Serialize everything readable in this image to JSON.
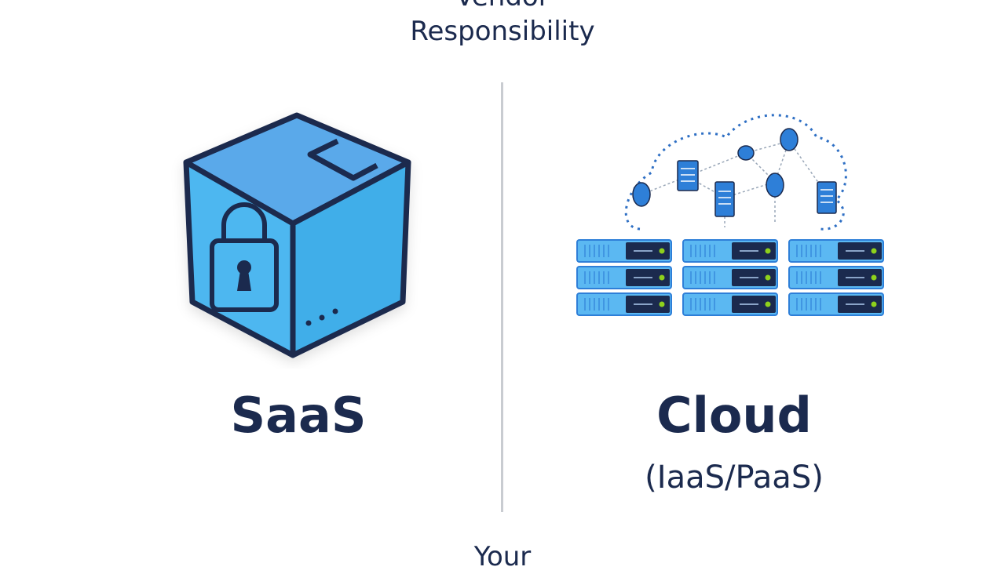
{
  "top_label": "Vendor\nResponsibility",
  "saas": {
    "title": "SaaS",
    "icon": "locked-box-icon"
  },
  "cloud": {
    "title": "Cloud",
    "subtitle": "(IaaS/PaaS)",
    "icon": "cloud-servers-icon"
  },
  "bottom_label": "Your",
  "colors": {
    "navy": "#1b2a4e",
    "box_blue": "#45b4ee",
    "box_top": "#5aa9ea",
    "divider": "#c9ccd1",
    "server_blue": "#3fa0f0",
    "led_green": "#8ed11c"
  }
}
